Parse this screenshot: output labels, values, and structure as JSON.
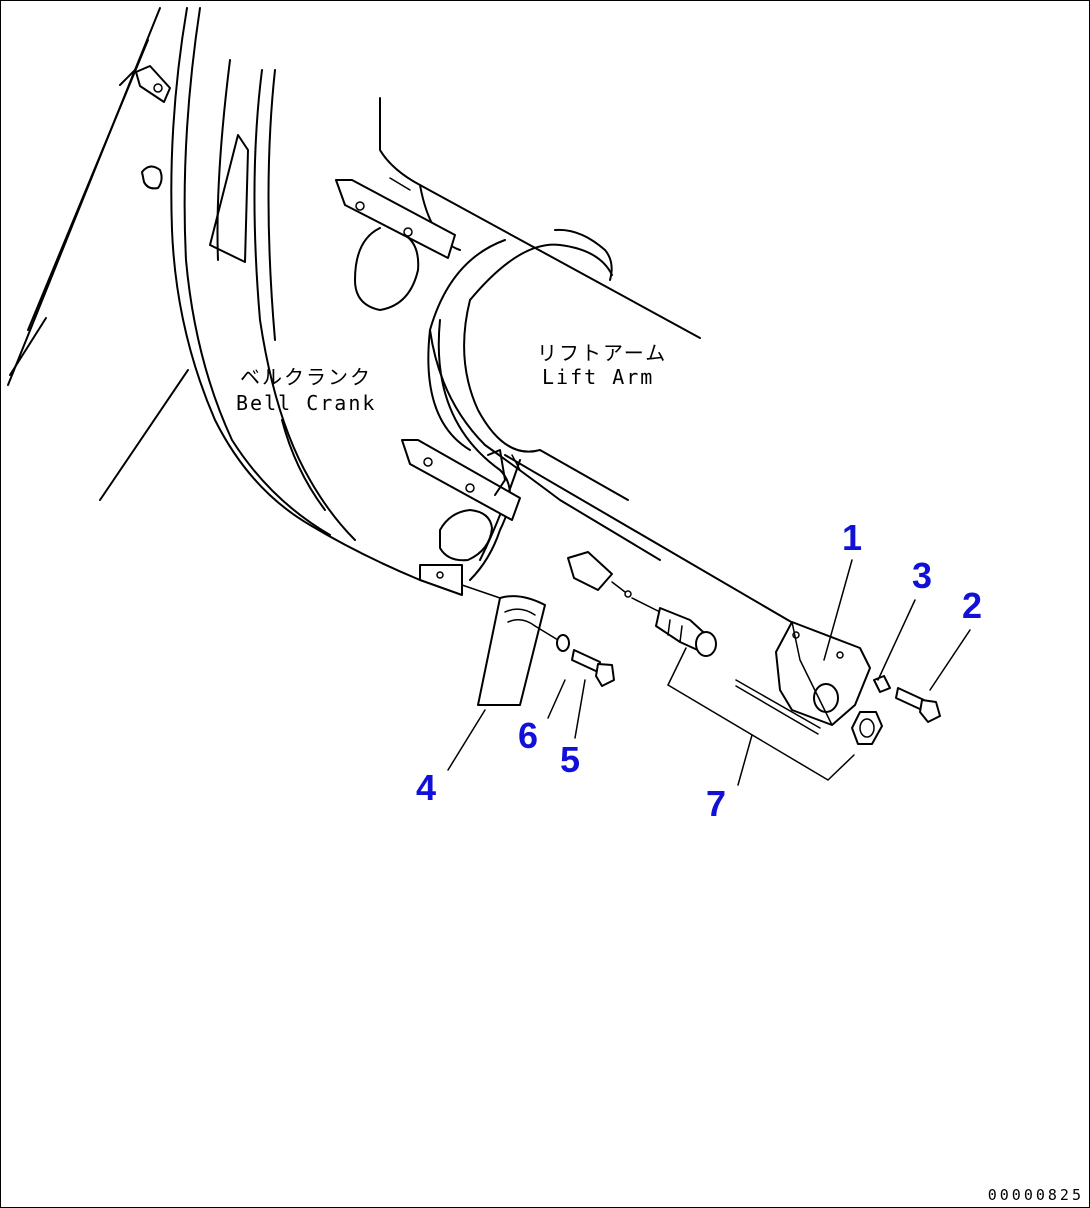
{
  "labels": {
    "lift_arm_jp": "リフトアーム",
    "lift_arm_en": "Lift Arm",
    "bell_crank_jp": "ベルクランク",
    "bell_crank_en": "Bell Crank"
  },
  "callouts": [
    "1",
    "2",
    "3",
    "4",
    "5",
    "6",
    "7"
  ],
  "figure_id": "00000825",
  "colors": {
    "callout": "#1010d8",
    "line": "#000000",
    "background": "#ffffff"
  }
}
